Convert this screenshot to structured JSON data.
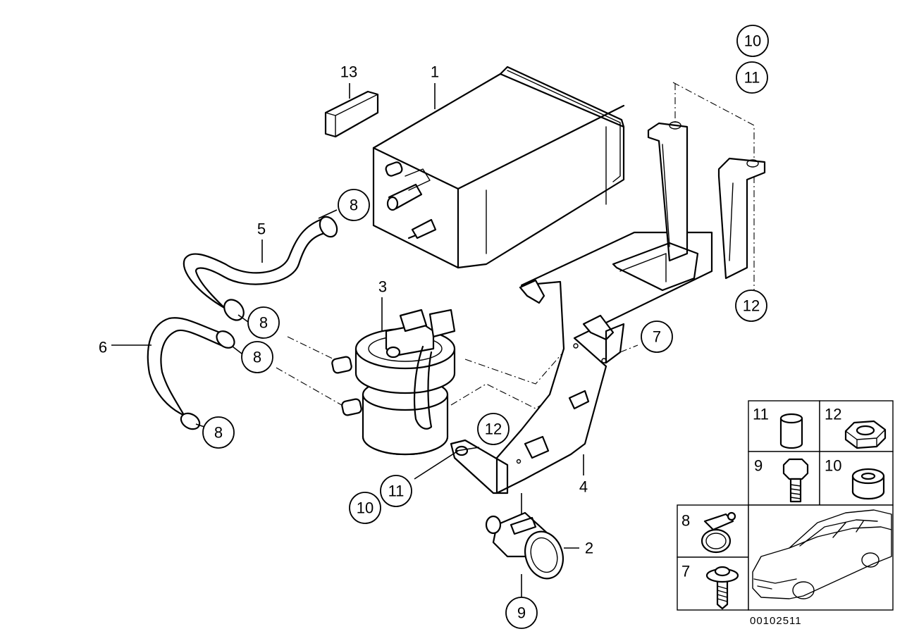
{
  "diagram": {
    "callouts": [
      {
        "id": "c1",
        "label": "1"
      },
      {
        "id": "c2",
        "label": "2"
      },
      {
        "id": "c3",
        "label": "3"
      },
      {
        "id": "c4",
        "label": "4"
      },
      {
        "id": "c5",
        "label": "5"
      },
      {
        "id": "c6",
        "label": "6"
      },
      {
        "id": "c13",
        "label": "13"
      },
      {
        "id": "c7a",
        "label": "7"
      },
      {
        "id": "c8a",
        "label": "8"
      },
      {
        "id": "c8b",
        "label": "8"
      },
      {
        "id": "c8c",
        "label": "8"
      },
      {
        "id": "c8d",
        "label": "8"
      },
      {
        "id": "c9a",
        "label": "9"
      },
      {
        "id": "c10a",
        "label": "10"
      },
      {
        "id": "c10b",
        "label": "10"
      },
      {
        "id": "c11a",
        "label": "11"
      },
      {
        "id": "c11b",
        "label": "11"
      },
      {
        "id": "c12a",
        "label": "12"
      },
      {
        "id": "c12b",
        "label": "12"
      }
    ]
  },
  "legend": {
    "cells": [
      {
        "id": "l11",
        "label": "11",
        "icon": "sleeve-icon"
      },
      {
        "id": "l12",
        "label": "12",
        "icon": "hex-nut-icon"
      },
      {
        "id": "l9",
        "label": "9",
        "icon": "hex-bolt-icon"
      },
      {
        "id": "l10",
        "label": "10",
        "icon": "grommet-icon"
      },
      {
        "id": "l8",
        "label": "8",
        "icon": "hose-clamp-icon"
      },
      {
        "id": "l7",
        "label": "7",
        "icon": "screw-icon"
      }
    ],
    "vehicle_icon": "car-icon"
  },
  "reference_number": "00102511"
}
